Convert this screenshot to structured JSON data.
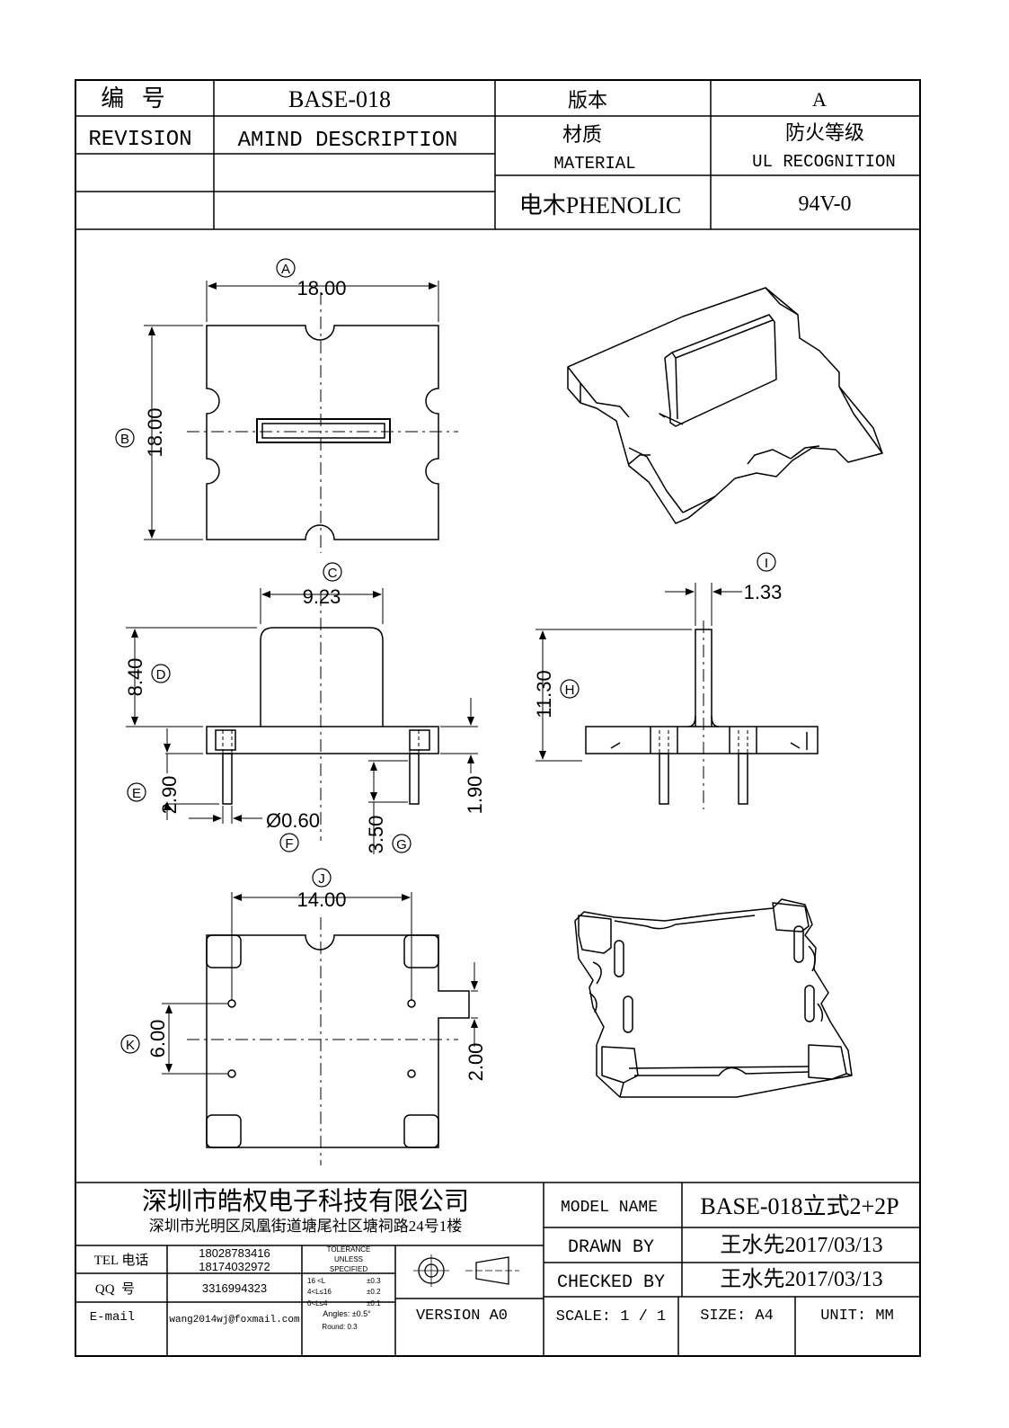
{
  "header": {
    "bianhao_label": "编   号",
    "part_no": "BASE-018",
    "version_label": "版本",
    "version_value": "A",
    "revision_label": "REVISION",
    "amend_label": "AMIND DESCRIPTION",
    "material_label_cn": "材质",
    "material_label_en": "MATERIAL",
    "ul_label_cn": "防火等级",
    "ul_label_en": "UL RECOGNITION",
    "material_value": "电木PHENOLIC",
    "ul_value": "94V-0"
  },
  "dimensions": {
    "A": {
      "tag": "A",
      "value": "18.00"
    },
    "B": {
      "tag": "B",
      "value": "18.00"
    },
    "C": {
      "tag": "C",
      "value": "9.23"
    },
    "D": {
      "tag": "D",
      "value": "8.40"
    },
    "E": {
      "tag": "E",
      "value": "2.90"
    },
    "F": {
      "tag": "F",
      "value": "Ø0.60"
    },
    "G": {
      "tag": "G",
      "value": "3.50"
    },
    "H": {
      "tag": "H",
      "value": "11.30"
    },
    "I": {
      "tag": "I",
      "value": "1.33"
    },
    "J": {
      "tag": "J",
      "value": "14.00"
    },
    "K": {
      "tag": "K",
      "value": "6.00"
    },
    "pin_len": "1.90",
    "slot_w": "2.00"
  },
  "footer": {
    "company": "深圳市皓权电子科技有限公司",
    "address": "深圳市光明区凤凰街道塘尾社区塘祠路24号1楼",
    "tel_label": "TEL 电话",
    "tel1": "18028783416",
    "tel2": "18174032972",
    "qq_label": "QQ  号",
    "qq": "3316994323",
    "email_label": "E-mail",
    "email": "wang2014wj@foxmail.com",
    "tolerance": [
      "TOLERANCE",
      "UNLESS",
      "SPECIFIED",
      "16 <L",
      "±0.3",
      "4<L≤16",
      "±0.2",
      "0<L≤4",
      "±0.1",
      "Angles: ±0.5°",
      "Round: 0.3"
    ],
    "version": "VERSION A0",
    "model_label": "MODEL NAME",
    "model_value": "BASE-018立式2+2P",
    "drawn_label": "DRAWN BY",
    "drawn_value": "王水先2017/03/13",
    "checked_label": "CHECKED BY",
    "checked_value": "王水先2017/03/13",
    "scale_label": "SCALE: 1 / 1",
    "size_label": "SIZE: A4",
    "unit_label": "UNIT: MM"
  }
}
